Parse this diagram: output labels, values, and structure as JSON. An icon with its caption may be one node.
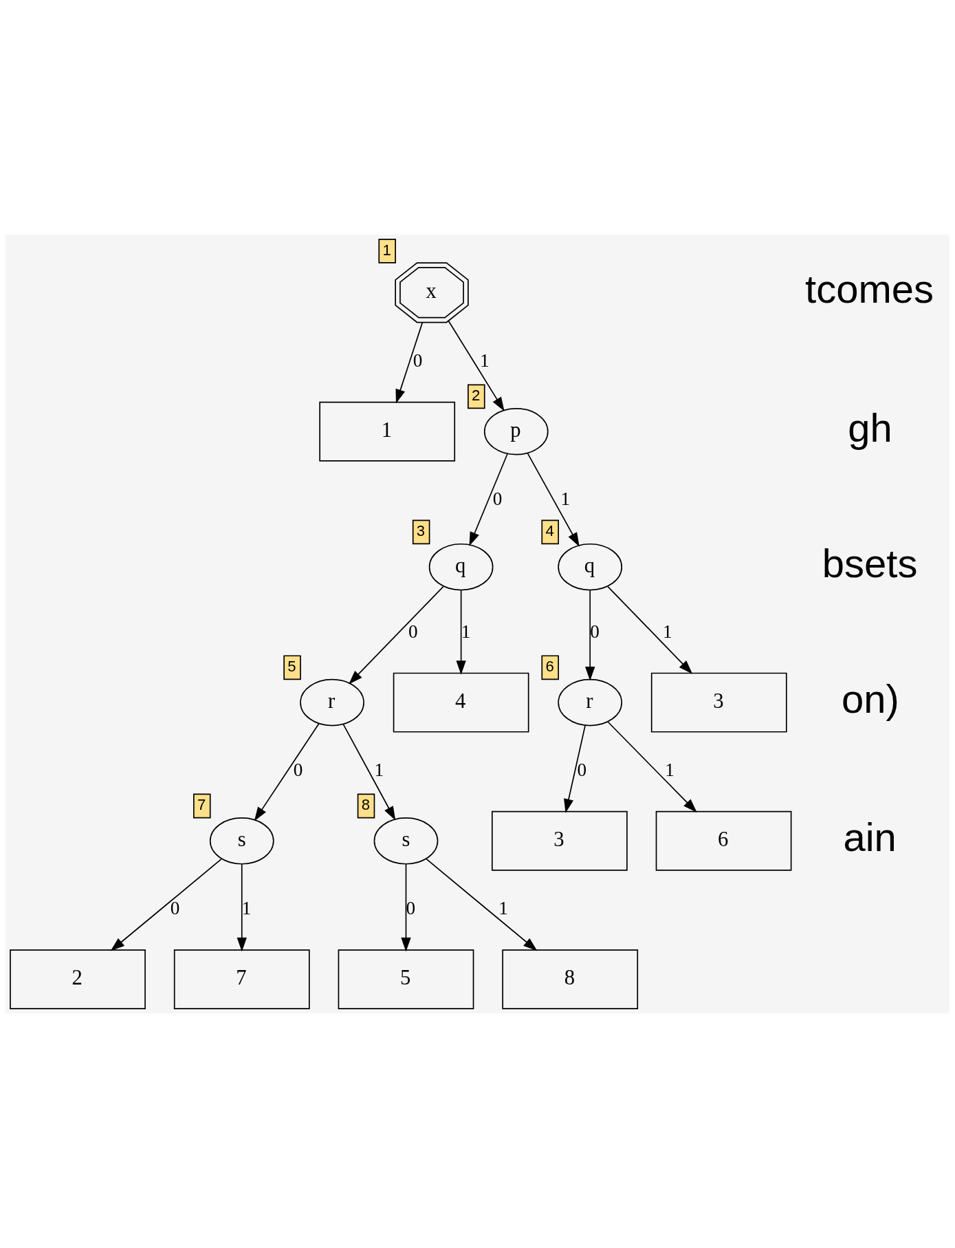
{
  "diagram": {
    "nodes": [
      {
        "text": [
          "x"
        ],
        "beside": [
          "1"
        ]
      },
      {
        "text": [
          "1"
        ]
      },
      {
        "text": [
          "p"
        ],
        "beside": [
          "2"
        ]
      },
      {
        "text": [
          "q"
        ],
        "beside": [
          "3"
        ]
      },
      {
        "text": [
          "q"
        ],
        "beside": [
          "4"
        ]
      },
      {
        "text": [
          "r"
        ],
        "beside": [
          "5"
        ]
      },
      {
        "text": [
          "4"
        ]
      },
      {
        "text": [
          "r"
        ],
        "beside": [
          "6"
        ]
      },
      {
        "text": [
          "3"
        ]
      },
      {
        "text": [
          "s"
        ],
        "beside": [
          "7"
        ]
      },
      {
        "text": [
          "s"
        ],
        "beside": [
          "8"
        ]
      },
      {
        "text": [
          "3"
        ]
      },
      {
        "text": [
          "6"
        ]
      },
      {
        "text": [
          "2"
        ]
      },
      {
        "text": [
          "7"
        ]
      },
      {
        "text": [
          "5"
        ]
      },
      {
        "text": [
          "8"
        ]
      }
    ],
    "edges": [
      {
        "from": 0,
        "to": 1,
        "arrow": "to",
        "label": "0"
      },
      {
        "from": 0,
        "to": 2,
        "arrow": "to",
        "label": "1"
      },
      {
        "from": 2,
        "to": 3,
        "arrow": "to",
        "label": "0"
      },
      {
        "from": 2,
        "to": 4,
        "arrow": "to",
        "label": "1"
      },
      {
        "from": 3,
        "to": 5,
        "arrow": "to",
        "label": "0"
      },
      {
        "from": 3,
        "to": 6,
        "arrow": "to",
        "label": "1"
      },
      {
        "from": 4,
        "to": 7,
        "arrow": "to",
        "label": "0"
      },
      {
        "from": 4,
        "to": 8,
        "arrow": "to",
        "label": "1"
      },
      {
        "from": 5,
        "to": 9,
        "arrow": "to",
        "label": "0"
      },
      {
        "from": 5,
        "to": 10,
        "arrow": "to",
        "label": "1"
      },
      {
        "from": 7,
        "to": 11,
        "arrow": "to",
        "label": "0"
      },
      {
        "from": 7,
        "to": 12,
        "arrow": "to",
        "label": "1"
      },
      {
        "from": 9,
        "to": 13,
        "arrow": "to",
        "label": "0"
      },
      {
        "from": 9,
        "to": 14,
        "arrow": "to",
        "label": "1"
      },
      {
        "from": 10,
        "to": 15,
        "arrow": "to",
        "label": "0"
      },
      {
        "from": 10,
        "to": 16,
        "arrow": "to",
        "label": "1"
      }
    ],
    "labels": [
      "tcomes",
      "gh",
      "bsets",
      "on)",
      "ain"
    ]
  }
}
